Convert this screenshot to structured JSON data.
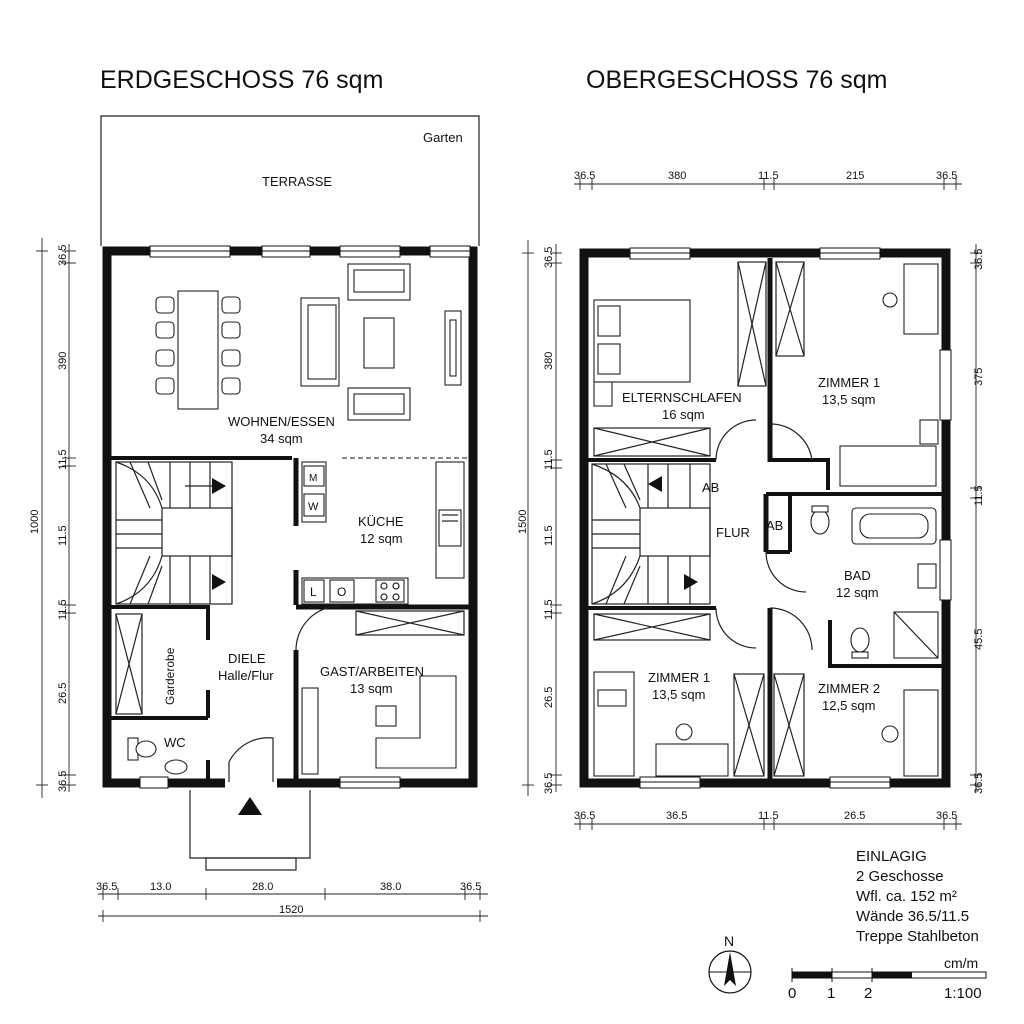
{
  "ground_floor": {
    "title": "ERDGESCHOSS  76 sqm",
    "garden": "Garten",
    "terrace": "TERRASSE",
    "rooms": {
      "living_name": "WOHNEN/ESSEN",
      "living_area": "34 sqm",
      "kitchen_name": "KÜCHE",
      "kitchen_area": "12 sqm",
      "hall_name": "DIELE",
      "hall_sub": "Halle/Flur",
      "guest_name": "GAST/ARBEITEN",
      "guest_area": "13 sqm",
      "wardrobe": "Garderobe",
      "wc": "WC"
    },
    "kitchen_marks": {
      "m": "M",
      "w": "W",
      "l": "L",
      "o": "O"
    },
    "dims_left": {
      "d1": "36.5",
      "d2": "390",
      "d3": "11.5",
      "d4": "11.5",
      "d5": "11.5",
      "d6": "26.5",
      "d7": "36.5",
      "total": "1000"
    },
    "dims_bottom": {
      "d1": "36.5",
      "d2": "13.0",
      "d3": "28.0",
      "d4": "38.0",
      "d5": "36.5",
      "total": "1520"
    }
  },
  "upper_floor": {
    "title": "OBERGESCHOSS  76 sqm",
    "rooms": {
      "master_name": "ELTERNSCHLAFEN",
      "master_area": "16 sqm",
      "room1a_name": "ZIMMER 1",
      "room1a_area": "13,5 sqm",
      "hall_name": "FLUR",
      "ab1": "AB",
      "ab2": "AB",
      "bath_name": "BAD",
      "bath_area": "12 sqm",
      "room1b_name": "ZIMMER 1",
      "room1b_area": "13,5 sqm",
      "room2_name": "ZIMMER 2",
      "room2_area": "12,5 sqm"
    },
    "dims_top": {
      "d1": "36.5",
      "d2": "380",
      "d3": "11.5",
      "d4": "215",
      "d5": "36.5"
    },
    "dims_left": {
      "d1": "36.5",
      "d2": "380",
      "d3": "11.5",
      "d4": "11.5",
      "d5": "11.5",
      "d6": "26.5",
      "d7": "36.5",
      "total": "1500"
    },
    "dims_right": {
      "d1": "36.5",
      "d2": "375",
      "d3": "11.5",
      "d4": "45.5",
      "d5": "36.5"
    },
    "dims_bottom": {
      "d1": "36.5",
      "d2": "36.5",
      "d3": "11.5",
      "d4": "26.5",
      "d5": "36.5"
    }
  },
  "notes": {
    "line1": "EINLAGIG",
    "line2": "2 Geschosse",
    "line3": "Wfl. ca. 152 m²",
    "line4": "Wände 36.5/11.5",
    "line5": "Treppe Stahlbeton"
  },
  "north": "N",
  "scale": {
    "unit": "cm/m",
    "t0": "0",
    "t1": "1",
    "t2": "2",
    "ratio": "1:100"
  }
}
